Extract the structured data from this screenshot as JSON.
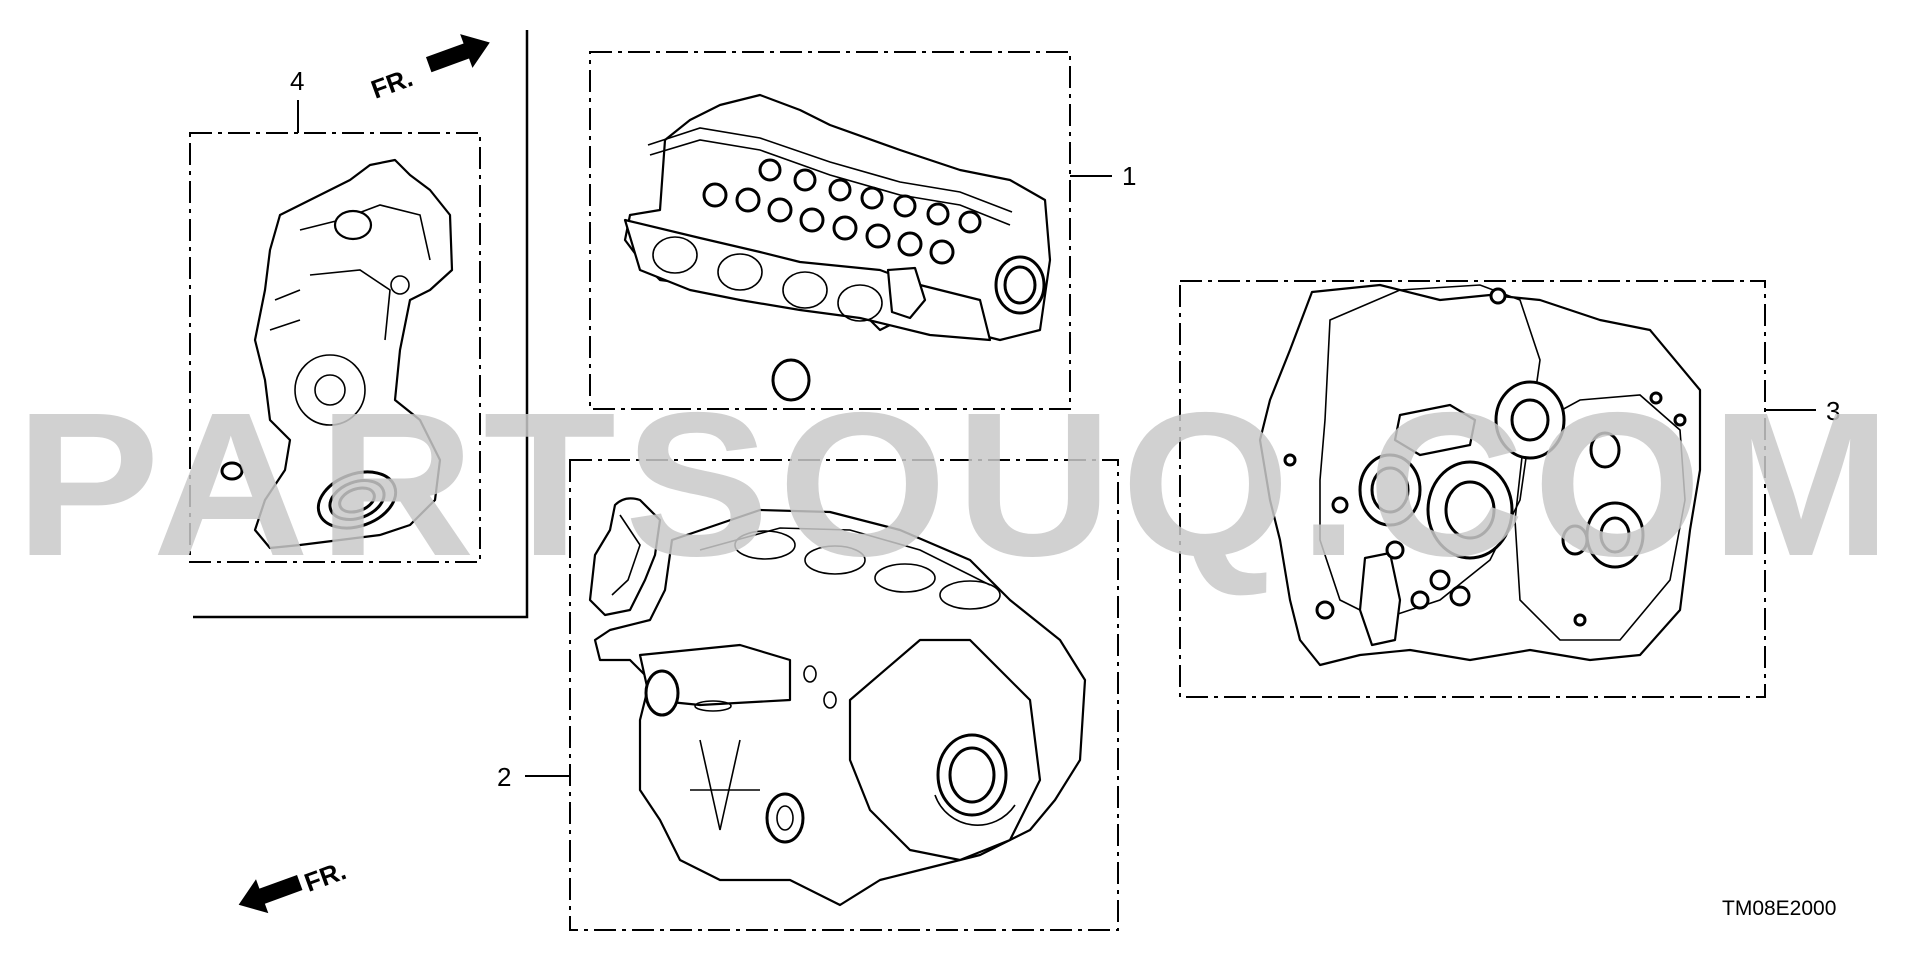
{
  "watermark": "PARTSOUQ.COM",
  "diagram_code": "TM08E2000",
  "direction_label": "FR.",
  "callouts": {
    "part1": "1",
    "part2": "2",
    "part3": "3",
    "part4": "4"
  }
}
